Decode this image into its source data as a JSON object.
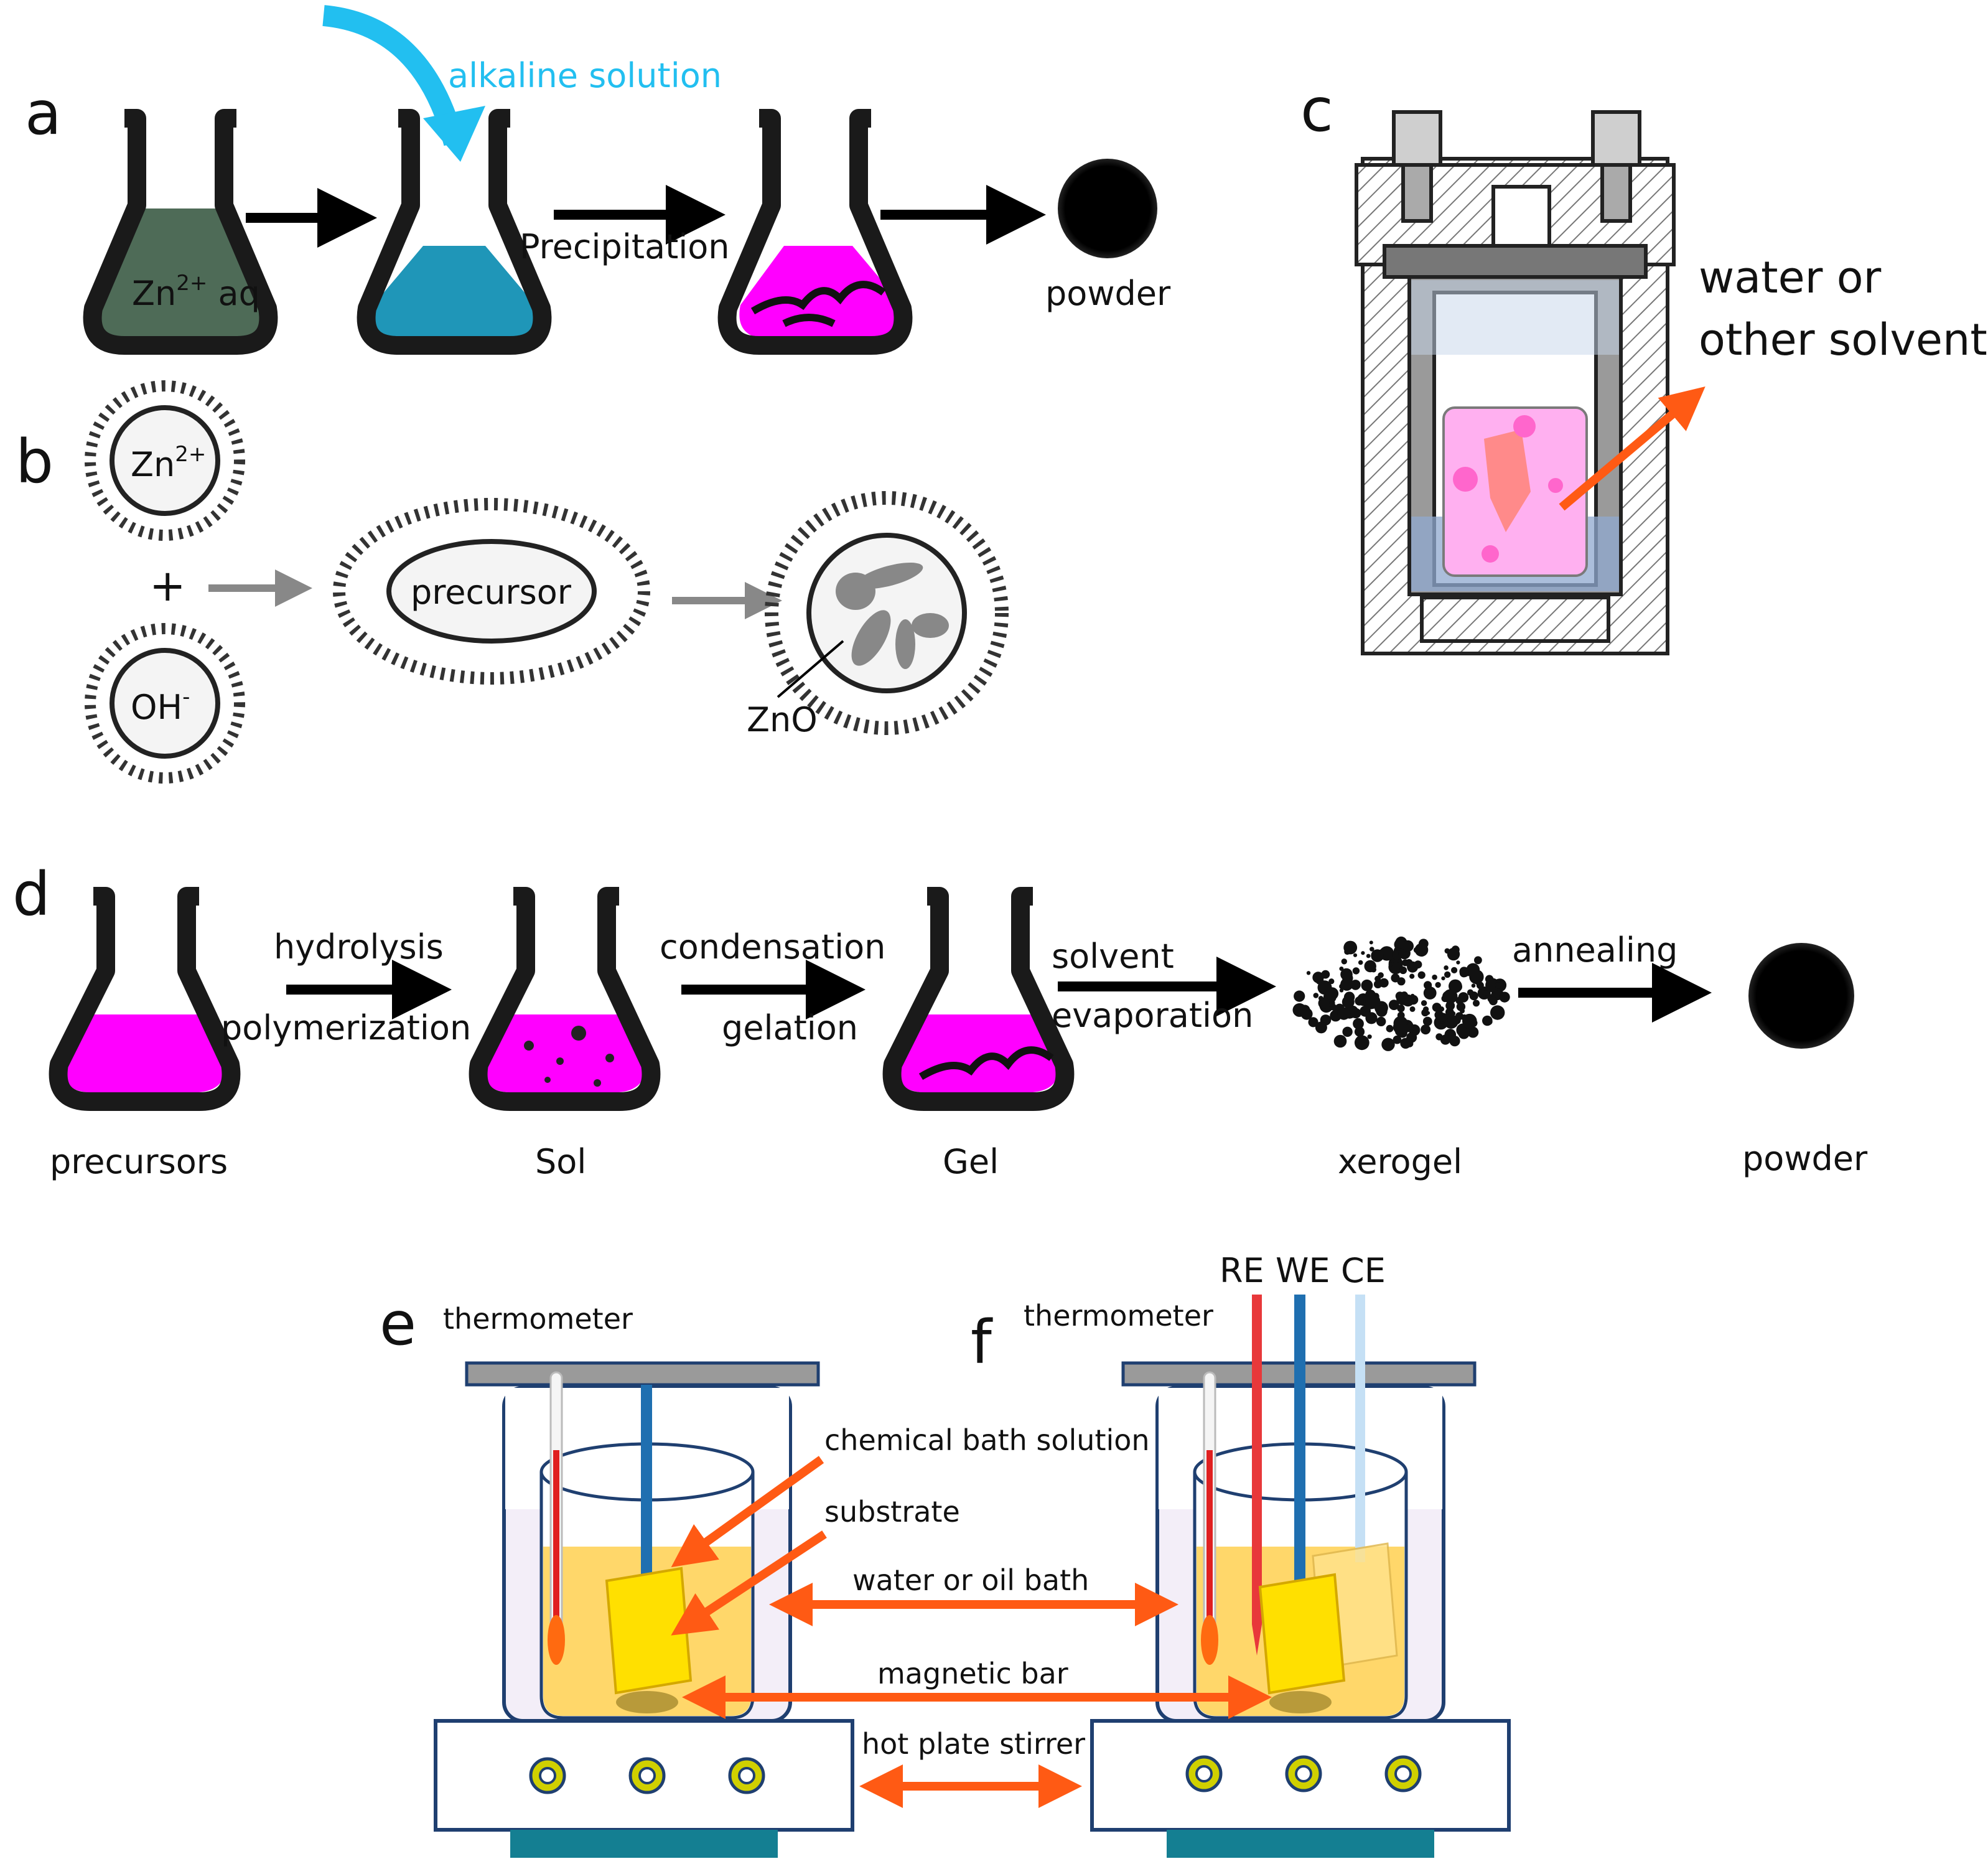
{
  "panels": {
    "a": {
      "letter": "a",
      "zn_aq": "Zn",
      "zn_charge": "2+",
      "zn_aq_suffix": " aq",
      "alkaline": "alkaline solution",
      "precipitation": "Precipitation",
      "powder": "powder"
    },
    "b": {
      "letter": "b",
      "zn": "Zn",
      "zn_charge": "2+",
      "plus": "+",
      "oh": "OH",
      "oh_charge": "-",
      "precursor": "precursor",
      "zno": "ZnO"
    },
    "c": {
      "letter": "c",
      "solvent_line1": "water or",
      "solvent_line2": "other solvent"
    },
    "d": {
      "letter": "d",
      "hydrolysis": "hydrolysis",
      "polymerization": "polymerization",
      "condensation": "condensation",
      "gelation": "gelation",
      "solvent": "solvent",
      "evaporation": "evaporation",
      "annealing": "annealing",
      "precursors": "precursors",
      "sol": "Sol",
      "gel": "Gel",
      "xerogel": "xerogel",
      "powder": "powder"
    },
    "e": {
      "letter": "e",
      "thermometer": "thermometer"
    },
    "f": {
      "letter": "f",
      "thermometer": "thermometer",
      "re": "RE",
      "we": "WE",
      "ce": "CE"
    },
    "ef_labels": {
      "chemical_bath": "chemical bath solution",
      "substrate": "substrate",
      "bath": "water or oil bath",
      "magnetic_bar": "magnetic bar",
      "hot_plate": "hot plate stirrer"
    }
  },
  "colors": {
    "zn_solution": "#4e6b57",
    "alkaline_arrow": "#22bff0",
    "blue_liquid": "#1f96b8",
    "magenta": "#ff00ff",
    "orange_arrow": "#ff5a14",
    "yellow_solution": "#ffd35a",
    "substrate": "#ffe000",
    "hot_plate_base": "#147f92"
  }
}
